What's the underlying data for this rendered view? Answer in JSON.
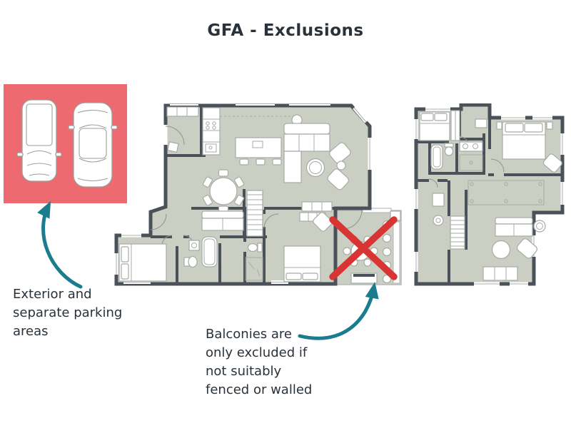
{
  "title": "GFA - Exclusions",
  "annotations": {
    "parking": {
      "lines": [
        "Exterior and",
        "separate parking",
        "areas"
      ]
    },
    "balcony": {
      "lines": [
        "Balconies are",
        "only excluded if",
        "not suitably",
        "fenced or walled"
      ]
    }
  },
  "colors": {
    "background": "#FFFFFF",
    "text": "#29323A",
    "parking_fill": "#ED6B70",
    "cross_red": "#D93434",
    "arrow_teal": "#1B7C8D",
    "plan_floor": "#CBCFC3",
    "plan_wall": "#4B5158",
    "furniture_line": "#A6ABA6"
  },
  "icons": {
    "van": "van-top-view-icon",
    "sedan": "sedan-top-view-icon",
    "cross": "exclusion-x-icon",
    "arrows": "curved-arrow-icon"
  }
}
